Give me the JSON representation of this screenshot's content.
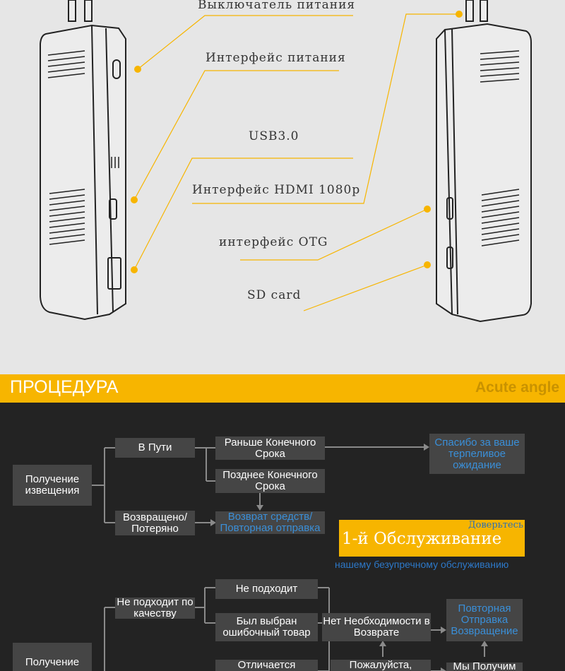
{
  "diagram": {
    "callouts": {
      "power_switch": "Выключатель питания",
      "power_port": "Интерфейс питания",
      "usb": "USB3.0",
      "hdmi": "Интерфейс HDMI 1080p",
      "otg": "интерфейс OTG",
      "sd": "SD card"
    },
    "accent_color": "#f7b500"
  },
  "banner": {
    "title": "ПРОЦЕДУРА",
    "brand": "Acute angle"
  },
  "flow": {
    "notify1": "Получение извещения",
    "in_transit": "В Пути",
    "before_deadline": "Раньше Конечного Срока",
    "thanks": "Спасибо за ваше терпеливое ожидание",
    "after_deadline": "Позднее Конечного Срока",
    "returned_lost": "Возвращено/ Потеряно",
    "refund_resend": "Возврат средств/ Повторная отправка",
    "service_badge": {
      "top": "Доверьтесь",
      "main": "1-й Обслуживание",
      "sub": "нашему безупречному обслуживанию"
    },
    "not_fit": "Не подходит",
    "poor_quality": "Не подходит по качеству",
    "wrong_item": "Был выбран ошибочный товар",
    "no_return_needed": "Нет Необходимости в Возврате",
    "resend_return": "Повторная Отправка Возвращение",
    "notify2": "Получение",
    "differs": "Отличается",
    "please": "Пожалуйста,",
    "we_receive": "Мы Получим"
  }
}
